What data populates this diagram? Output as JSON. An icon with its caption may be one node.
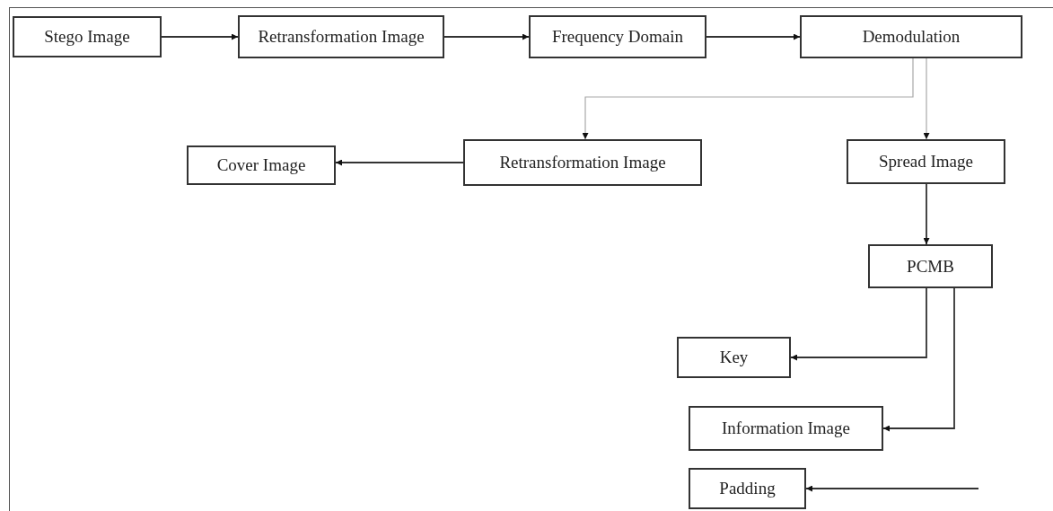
{
  "diagram": {
    "nodes": [
      {
        "text": [
          "Stego Image"
        ]
      },
      {
        "text": [
          "Retransformation Image"
        ]
      },
      {
        "text": [
          "Frequency Domain"
        ]
      },
      {
        "text": [
          "Demodulation"
        ]
      },
      {
        "text": [
          "Retransformation Image"
        ]
      },
      {
        "text": [
          "Cover Image"
        ]
      },
      {
        "text": [
          "Spread Image"
        ]
      },
      {
        "text": [
          "PCMB"
        ]
      },
      {
        "text": [
          "Key"
        ]
      },
      {
        "text": [
          "Information Image"
        ]
      },
      {
        "text": [
          "Padding"
        ]
      }
    ],
    "edges": [
      {
        "from": 0,
        "to": 1,
        "arrow": "to"
      },
      {
        "from": 1,
        "to": 2,
        "arrow": "to"
      },
      {
        "from": 2,
        "to": 3,
        "arrow": "to"
      },
      {
        "from": 3,
        "to": 4,
        "arrow": "to",
        "color": "#a8a8a8"
      },
      {
        "from": 3,
        "to": 6,
        "arrow": "to",
        "color": "#a8a8a8"
      },
      {
        "from": 4,
        "to": 5,
        "arrow": "to"
      },
      {
        "from": 6,
        "to": 7,
        "arrow": "to"
      },
      {
        "from": 7,
        "to": 8,
        "arrow": "to"
      },
      {
        "from": 7,
        "to": 9,
        "arrow": "to"
      },
      {
        "from": null,
        "to": 10,
        "arrow": "to"
      }
    ]
  }
}
